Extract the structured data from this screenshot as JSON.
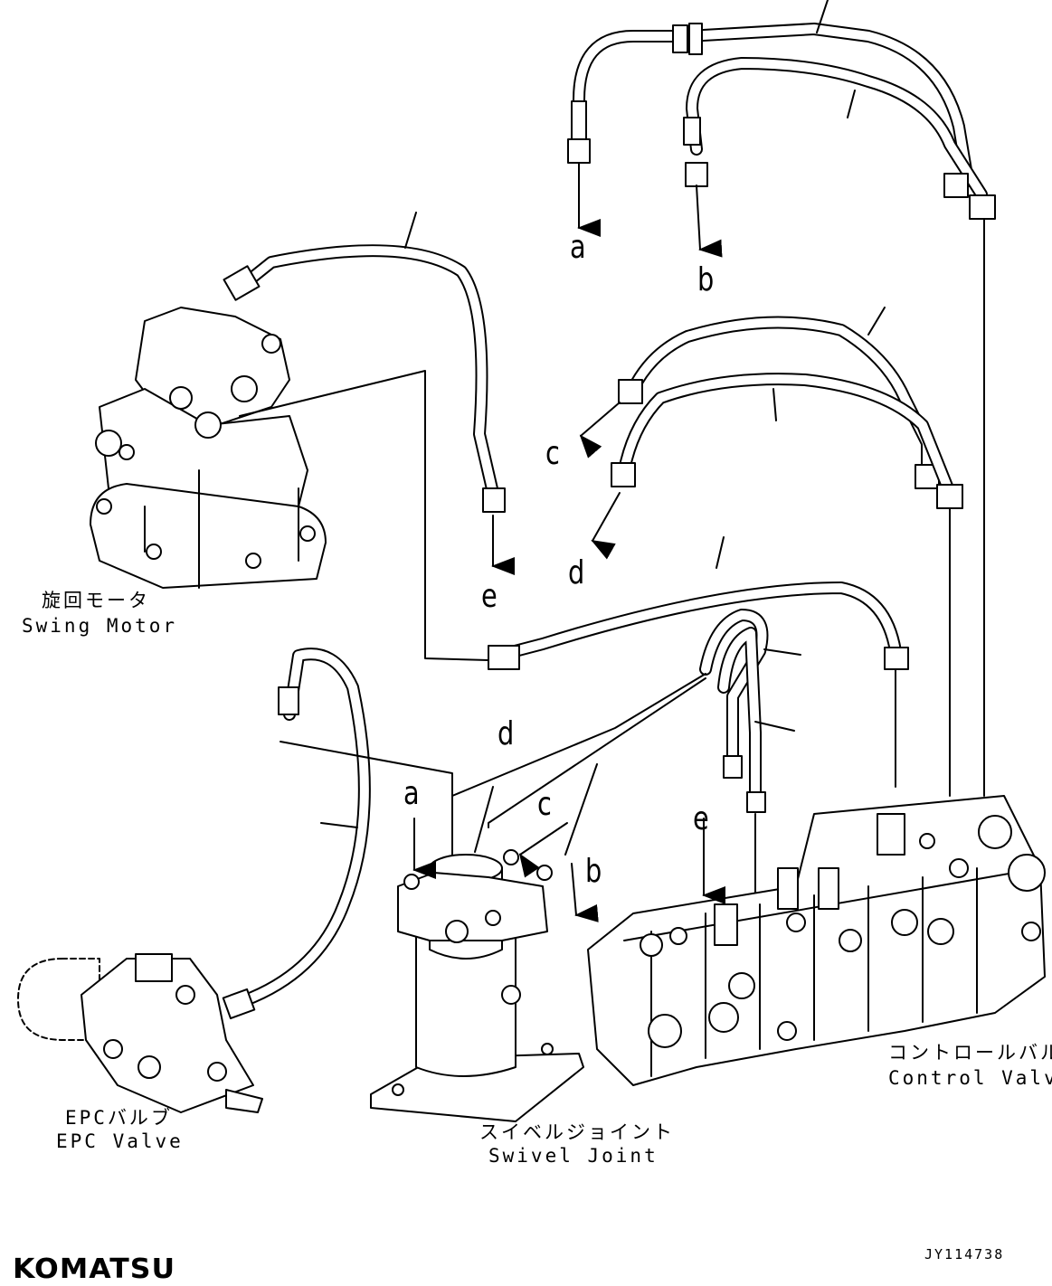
{
  "components": {
    "swing_motor": {
      "jp": "旋回モータ",
      "en": "Swing Motor"
    },
    "epc_valve": {
      "jp": "EPCバルブ",
      "en": "EPC Valve"
    },
    "swivel_joint": {
      "jp": "スイベルジョイント",
      "en": "Swivel Joint"
    },
    "control_valve": {
      "jp": "コントロールバルブ",
      "en": "Control Valve"
    }
  },
  "callouts": {
    "a_top": "a",
    "b_top": "b",
    "c_mid": "c",
    "d_mid": "d",
    "e_mid": "e",
    "a_swivel": "a",
    "b_swivel": "b",
    "c_swivel": "c",
    "d_swivel": "d",
    "e_control": "e"
  },
  "drawing_code": "JY114738",
  "brand": "KOMATSU"
}
